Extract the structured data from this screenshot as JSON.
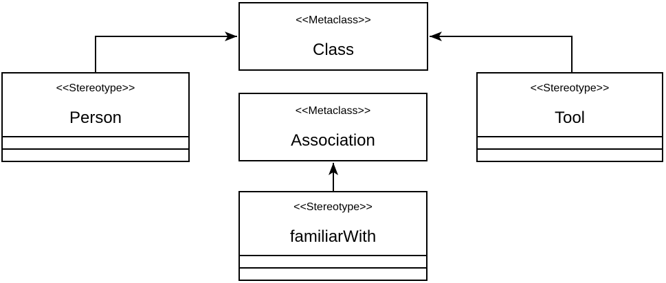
{
  "diagram": {
    "type": "uml-profile-diagram",
    "background_color": "#ffffff",
    "stroke_color": "#000000",
    "text_color": "#000000"
  },
  "nodes": {
    "class": {
      "stereotype": "<<Metaclass>>",
      "name": "Class"
    },
    "association": {
      "stereotype": "<<Metaclass>>",
      "name": "Association"
    },
    "person": {
      "stereotype": "<<Stereotype>>",
      "name": "Person"
    },
    "tool": {
      "stereotype": "<<Stereotype>>",
      "name": "Tool"
    },
    "familiar_with": {
      "stereotype": "<<Stereotype>>",
      "name": "familiarWith"
    }
  },
  "connectors": [
    {
      "from": "Person",
      "to": "Class",
      "style": "solid-line-filled-arrow"
    },
    {
      "from": "Tool",
      "to": "Class",
      "style": "solid-line-filled-arrow"
    },
    {
      "from": "familiarWith",
      "to": "Association",
      "style": "solid-line-filled-arrow"
    }
  ]
}
